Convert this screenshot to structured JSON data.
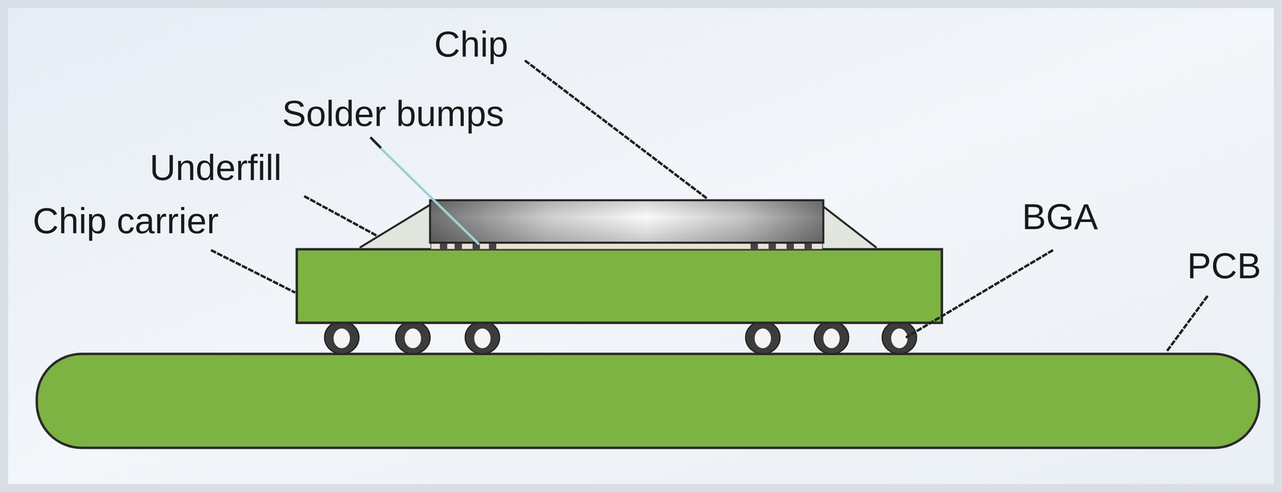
{
  "diagram": {
    "labels": [
      "Chip",
      "Solder bumps",
      "Underfill",
      "Chip carrier",
      "BGA",
      "PCB"
    ]
  }
}
